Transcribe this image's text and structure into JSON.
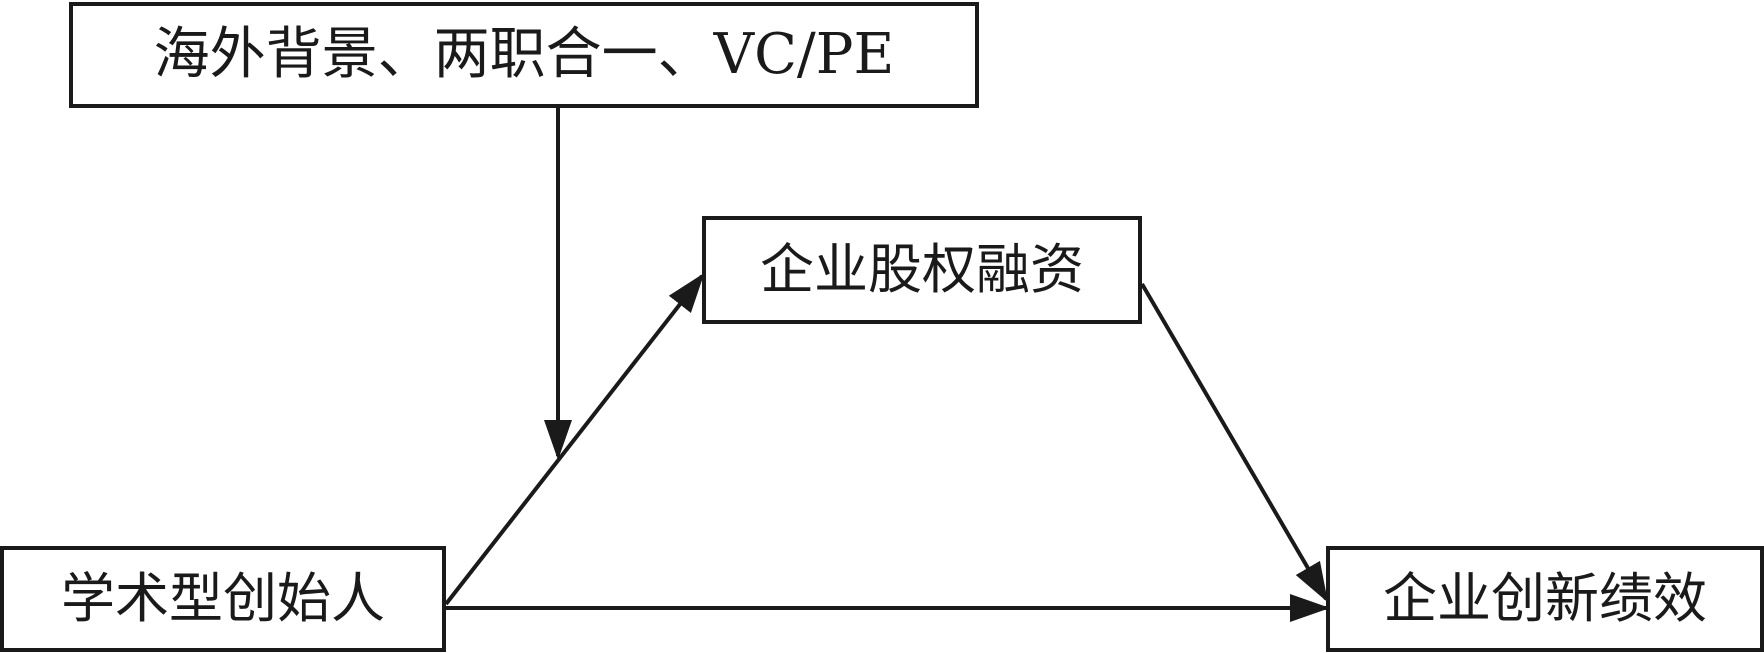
{
  "diagram": {
    "moderator": {
      "label": "海外背景、两职合一、VC/PE"
    },
    "mediator": {
      "label": "企业股权融资"
    },
    "source": {
      "label": "学术型创始人"
    },
    "outcome": {
      "label": "企业创新绩效"
    },
    "edges": [
      {
        "from": "source",
        "to": "mediator",
        "kind": "arrow"
      },
      {
        "from": "mediator",
        "to": "outcome",
        "kind": "arrow"
      },
      {
        "from": "source",
        "to": "outcome",
        "kind": "arrow"
      },
      {
        "from": "moderator",
        "to": "source-mediator-path",
        "kind": "moderating-arrow"
      }
    ],
    "colors": {
      "stroke": "#1a1a1a",
      "background": "#ffffff"
    }
  }
}
